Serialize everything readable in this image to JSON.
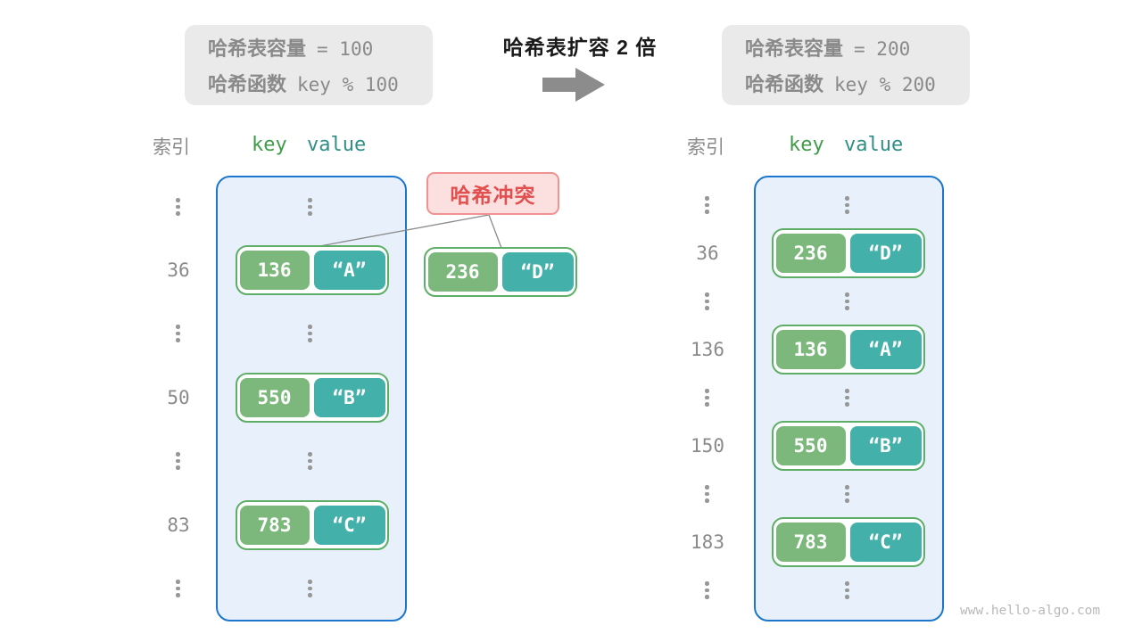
{
  "left_info": {
    "capacity_label": "哈希表容量",
    "capacity_value": "=  100",
    "function_label": "哈希函数",
    "function_value": "key % 100"
  },
  "right_info": {
    "capacity_label": "哈希表容量",
    "capacity_value": "=  200",
    "function_label": "哈希函数",
    "function_value": "key % 200"
  },
  "transition": {
    "title": "哈希表扩容 2 倍",
    "arrow_icon": "right-arrow"
  },
  "column_headers": {
    "index": "索引",
    "key": "key",
    "value": "value"
  },
  "collision": {
    "label": "哈希冲突",
    "pair": {
      "key": "236",
      "value": "“D”"
    }
  },
  "left_table": {
    "entries": [
      {
        "index": "36",
        "key": "136",
        "value": "“A”"
      },
      {
        "index": "50",
        "key": "550",
        "value": "“B”"
      },
      {
        "index": "83",
        "key": "783",
        "value": "“C”"
      }
    ]
  },
  "right_table": {
    "entries": [
      {
        "index": "36",
        "key": "236",
        "value": "“D”"
      },
      {
        "index": "136",
        "key": "136",
        "value": "“A”"
      },
      {
        "index": "150",
        "key": "550",
        "value": "“B”"
      },
      {
        "index": "183",
        "key": "783",
        "value": "“C”"
      }
    ]
  },
  "watermark": "www.hello-algo.com",
  "colors": {
    "table_bg": "#e8f1fb",
    "table_border": "#1d76cd",
    "key_fill": "#7cb87b",
    "value_fill": "#43b0a9",
    "pair_border": "#5fae68",
    "collision_bg": "#fcdfdf",
    "collision_border": "#f19292",
    "collision_text": "#e14f4f",
    "info_bg": "#eaeaea",
    "muted_text": "#8a8a8a",
    "key_header_text": "#3f9b4a",
    "value_header_text": "#2f8f86",
    "arrow": "#8c8c8c"
  }
}
